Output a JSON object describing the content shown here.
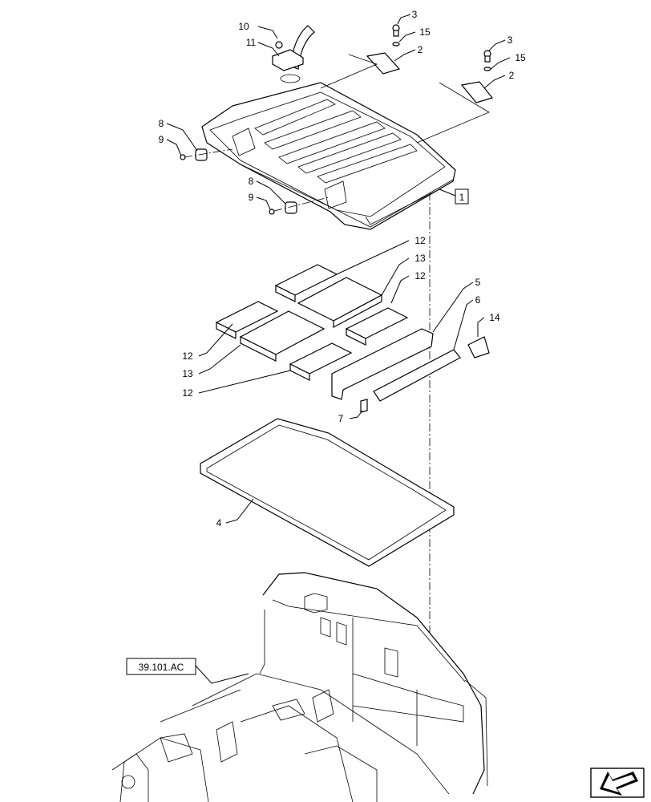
{
  "callouts": [
    {
      "id": "c10",
      "text": "10"
    },
    {
      "id": "c11",
      "text": "11"
    },
    {
      "id": "c3a",
      "text": "3"
    },
    {
      "id": "c15a",
      "text": "15"
    },
    {
      "id": "c2a",
      "text": "2"
    },
    {
      "id": "c3b",
      "text": "3"
    },
    {
      "id": "c15b",
      "text": "15"
    },
    {
      "id": "c2b",
      "text": "2"
    },
    {
      "id": "c8a",
      "text": "8"
    },
    {
      "id": "c9a",
      "text": "9"
    },
    {
      "id": "c8b",
      "text": "8"
    },
    {
      "id": "c9b",
      "text": "9"
    },
    {
      "id": "c1",
      "text": "1"
    },
    {
      "id": "c12a",
      "text": "12"
    },
    {
      "id": "c13a",
      "text": "13"
    },
    {
      "id": "c12b",
      "text": "12"
    },
    {
      "id": "c5",
      "text": "5"
    },
    {
      "id": "c6",
      "text": "6"
    },
    {
      "id": "c14",
      "text": "14"
    },
    {
      "id": "c12c",
      "text": "12"
    },
    {
      "id": "c13b",
      "text": "13"
    },
    {
      "id": "c12d",
      "text": "12"
    },
    {
      "id": "c7",
      "text": "7"
    },
    {
      "id": "c4",
      "text": "4"
    }
  ],
  "reference_label": "39.101.AC",
  "nav_icon": "arrow-down-left-icon"
}
